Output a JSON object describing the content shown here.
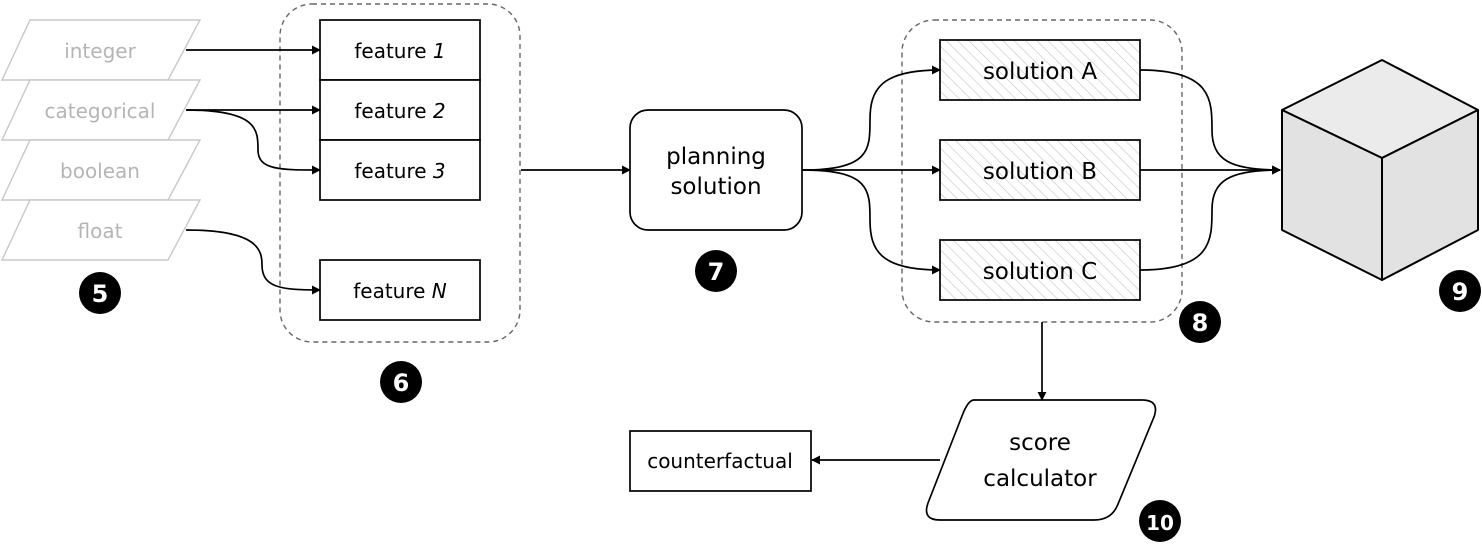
{
  "inputs": {
    "items": [
      {
        "label": "integer"
      },
      {
        "label": "categorical"
      },
      {
        "label": "boolean"
      },
      {
        "label": "float"
      }
    ]
  },
  "features": {
    "items": [
      {
        "prefix": "feature ",
        "index": "1"
      },
      {
        "prefix": "feature ",
        "index": "2"
      },
      {
        "prefix": "feature ",
        "index": "3"
      },
      {
        "prefix": "feature ",
        "index": "N"
      }
    ]
  },
  "planning": {
    "line1": "planning",
    "line2": "solution"
  },
  "solutions": {
    "items": [
      {
        "label": "solution A"
      },
      {
        "label": "solution B"
      },
      {
        "label": "solution C"
      }
    ]
  },
  "score": {
    "line1": "score",
    "line2": "calculator"
  },
  "counterfactual": {
    "label": "counterfactual"
  },
  "badges": {
    "inputs": "5",
    "features": "6",
    "planning": "7",
    "solutions": "8",
    "cube": "9",
    "score": "10"
  },
  "colors": {
    "input_stroke": "#c8c8c8",
    "input_text": "#b5b5b5",
    "cube_face": "#e8e8e8",
    "hatch": "#c4c4c4",
    "group_dash": "#666666",
    "badge_fill": "#000000"
  }
}
